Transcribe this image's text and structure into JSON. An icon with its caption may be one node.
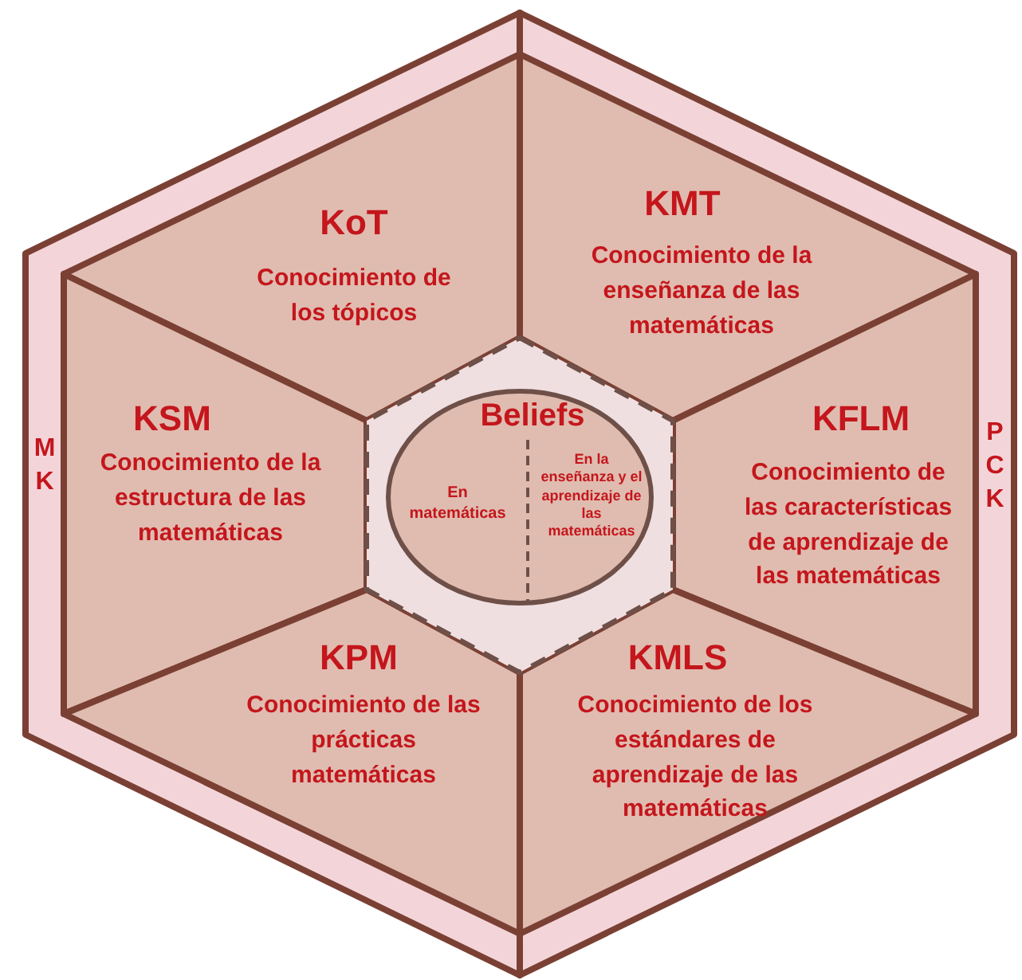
{
  "diagram": {
    "nodes": [
      {
        "text": [
          "M K"
        ]
      },
      {
        "text": [
          "KoT",
          "Conocimiento de los tópicos"
        ],
        "in": 0
      },
      {
        "text": [
          "KSM",
          "Conocimiento de la estructura de las matemáticas"
        ],
        "in": 0
      },
      {
        "text": [
          "KPM",
          "Conocimiento de las prácticas matemáticas"
        ],
        "in": 0
      },
      {
        "text": [
          "P C K"
        ]
      },
      {
        "text": [
          "KMT",
          "Conocimiento de la enseñanza de las matemáticas"
        ],
        "in": 4
      },
      {
        "text": [
          "KFLM",
          "Conocimiento de las características de aprendizaje de las matemáticas"
        ],
        "in": 4
      },
      {
        "text": [
          "KMLS",
          "Conocimiento de los estándares de aprendizaje de las matemáticas"
        ],
        "in": 4
      },
      {
        "text": [
          "Beliefs",
          "En matemáticas",
          "En la enseñanza y el aprendizaje de las matemáticas"
        ]
      }
    ]
  }
}
